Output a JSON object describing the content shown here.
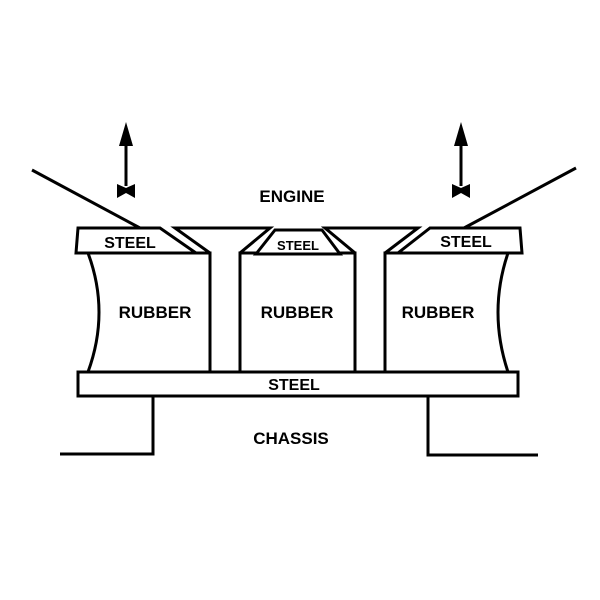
{
  "diagram": {
    "subject": "Engine mount cross-section",
    "labels": {
      "engine": "ENGINE",
      "chassis": "CHASSIS",
      "steel_left": "STEEL",
      "steel_center": "STEEL",
      "steel_right": "STEEL",
      "steel_base": "STEEL",
      "rubber_left": "RUBBER",
      "rubber_center": "RUBBER",
      "rubber_right": "RUBBER"
    },
    "arrows": [
      {
        "direction": "up",
        "meaning": "force-on-engine-left"
      },
      {
        "direction": "up",
        "meaning": "force-on-engine-right"
      }
    ],
    "colors": {
      "ink": "#000000",
      "background": "#ffffff"
    }
  }
}
